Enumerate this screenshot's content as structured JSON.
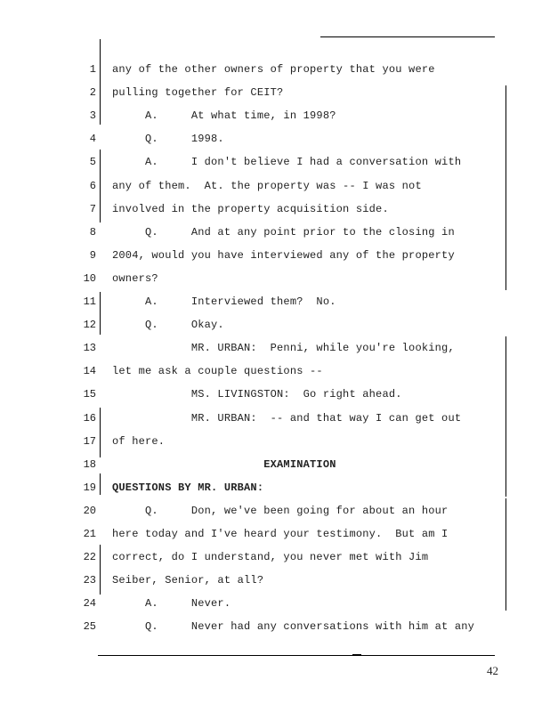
{
  "transcript": {
    "lines": [
      {
        "n": "1",
        "text": "any of the other owners of property that you were"
      },
      {
        "n": "2",
        "text": "pulling together for CEIT?"
      },
      {
        "n": "3",
        "text": "     A.     At what time, in 1998?"
      },
      {
        "n": "4",
        "text": "     Q.     1998."
      },
      {
        "n": "5",
        "text": "     A.     I don't believe I had a conversation with"
      },
      {
        "n": "6",
        "text": "any of them.  At. the property was -- I was not"
      },
      {
        "n": "7",
        "text": "involved in the property acquisition side."
      },
      {
        "n": "8",
        "text": "     Q.     And at any point prior to the closing in"
      },
      {
        "n": "9",
        "text": "2004, would you have interviewed any of the property"
      },
      {
        "n": "10",
        "text": "owners?"
      },
      {
        "n": "11",
        "text": "     A.     Interviewed them?  No."
      },
      {
        "n": "12",
        "text": "     Q.     Okay."
      },
      {
        "n": "13",
        "text": "            MR. URBAN:  Penni, while you're looking,"
      },
      {
        "n": "14",
        "text": "let me ask a couple questions --"
      },
      {
        "n": "15",
        "text": "            MS. LIVINGSTON:  Go right ahead."
      },
      {
        "n": "16",
        "text": "            MR. URBAN:  -- and that way I can get out"
      },
      {
        "n": "17",
        "text": "of here."
      },
      {
        "n": "18",
        "text": "                       EXAMINATION",
        "bold": true
      },
      {
        "n": "19",
        "text": "QUESTIONS BY MR. URBAN:",
        "bold": true
      },
      {
        "n": "20",
        "text": "     Q.     Don, we've been going for about an hour"
      },
      {
        "n": "21",
        "text": "here today and I've heard your testimony.  But am I"
      },
      {
        "n": "22",
        "text": "correct, do I understand, you never met with Jim"
      },
      {
        "n": "23",
        "text": "Seiber, Senior, at all?"
      },
      {
        "n": "24",
        "text": "     A.     Never."
      },
      {
        "n": "25",
        "text": "     Q.     Never had any conversations with him at any"
      }
    ],
    "page_number": "42"
  }
}
